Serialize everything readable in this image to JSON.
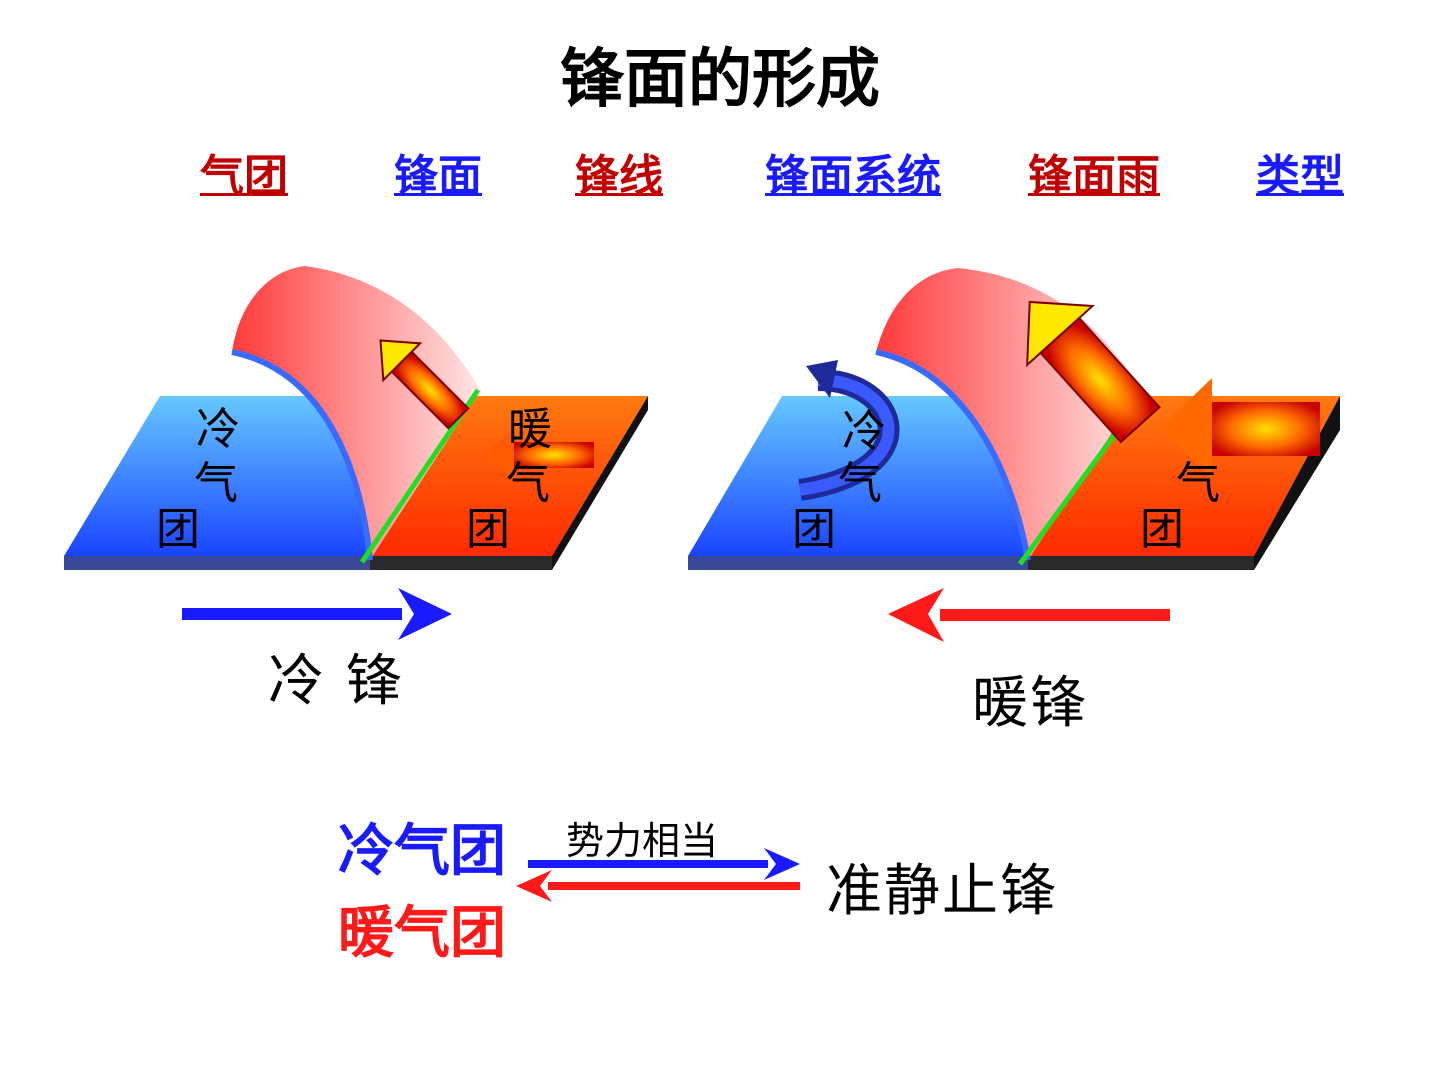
{
  "title": "锋面的形成",
  "nav": {
    "items": [
      {
        "label": "气团"
      },
      {
        "label": "锋面"
      },
      {
        "label": "锋线"
      },
      {
        "label": "锋面系统"
      },
      {
        "label": "锋面雨"
      },
      {
        "label": "类型"
      }
    ]
  },
  "cold_front": {
    "cold_air_label": "冷气团",
    "warm_air_label": "暖气团",
    "caption": "冷 锋"
  },
  "warm_front": {
    "cold_air_label": "冷气团",
    "warm_air_label": "暖气团",
    "caption": "暖锋"
  },
  "stationary": {
    "cold_air": "冷气团",
    "warm_air": "暖气团",
    "condition": "势力相当",
    "result": "准静止锋"
  },
  "colors": {
    "nav_red": "#c00000",
    "nav_blue": "#1a1aff",
    "cold_blue": "#1a1aff",
    "warm_red": "#ff1a1a",
    "front_line_green": "#22dd22"
  }
}
